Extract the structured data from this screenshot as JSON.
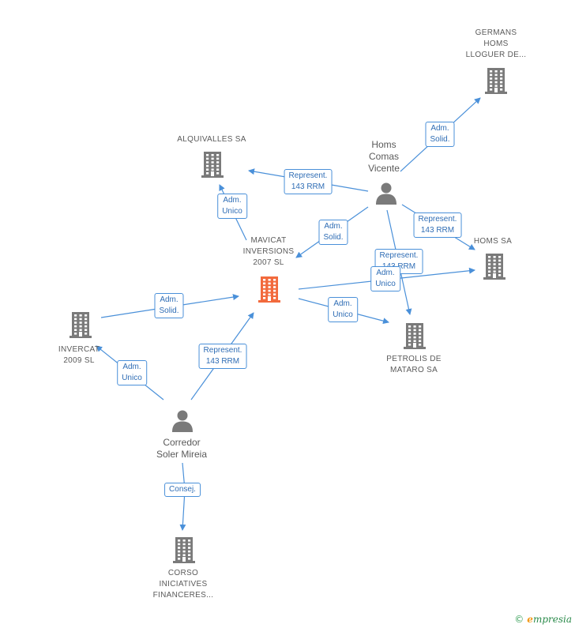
{
  "colors": {
    "edge": "#4a90d9",
    "node": "#7a7a7a",
    "focus": "#f26a3d"
  },
  "nodes": [
    {
      "id": "germans",
      "kind": "company",
      "lines": [
        "GERMANS",
        "HOMS",
        "LLOGUER DE..."
      ]
    },
    {
      "id": "alquivalles",
      "kind": "company",
      "lines": [
        "ALQUIVALLES SA"
      ]
    },
    {
      "id": "homs_comas",
      "kind": "person",
      "lines": [
        "Homs",
        "Comas",
        "Vicente"
      ]
    },
    {
      "id": "mavicat",
      "kind": "company",
      "focus": true,
      "lines": [
        "MAVICAT",
        "INVERSIONS",
        "2007 SL"
      ]
    },
    {
      "id": "homs_sa",
      "kind": "company",
      "lines": [
        "HOMS SA"
      ]
    },
    {
      "id": "invercat",
      "kind": "company",
      "lines": [
        "INVERCAT",
        "2009 SL"
      ]
    },
    {
      "id": "petrolis",
      "kind": "company",
      "lines": [
        "PETROLIS DE",
        "MATARO SA"
      ]
    },
    {
      "id": "corredor",
      "kind": "person",
      "lines": [
        "Corredor",
        "Soler Mireia"
      ]
    },
    {
      "id": "corso",
      "kind": "company",
      "lines": [
        "CORSO",
        "INICIATIVES",
        "FINANCERES..."
      ]
    }
  ],
  "edges": [
    {
      "id": "e1",
      "from": "homs_comas",
      "to": "germans",
      "label": [
        "Adm.",
        "Solid."
      ]
    },
    {
      "id": "e2",
      "from": "homs_comas",
      "to": "alquivalles",
      "label": [
        "Represent.",
        "143 RRM"
      ]
    },
    {
      "id": "e3",
      "from": "mavicat",
      "to": "alquivalles",
      "label": [
        "Adm.",
        "Unico"
      ]
    },
    {
      "id": "e4",
      "from": "homs_comas",
      "to": "mavicat",
      "label": [
        "Adm.",
        "Solid."
      ]
    },
    {
      "id": "e5",
      "from": "homs_comas",
      "to": "homs_sa",
      "label": [
        "Represent.",
        "143 RRM"
      ]
    },
    {
      "id": "e6",
      "from": "homs_comas",
      "to": "petrolis",
      "label": [
        "Represent.",
        "143 RRM"
      ]
    },
    {
      "id": "e7",
      "from": "mavicat",
      "to": "homs_sa",
      "label": [
        "Adm.",
        "Unico"
      ]
    },
    {
      "id": "e8",
      "from": "mavicat",
      "to": "petrolis",
      "label": [
        "Adm.",
        "Unico"
      ]
    },
    {
      "id": "e9",
      "from": "invercat",
      "to": "mavicat",
      "label": [
        "Adm.",
        "Solid."
      ]
    },
    {
      "id": "e10",
      "from": "corredor",
      "to": "mavicat",
      "label": [
        "Represent.",
        "143 RRM"
      ]
    },
    {
      "id": "e11",
      "from": "corredor",
      "to": "invercat",
      "label": [
        "Adm.",
        "Unico"
      ]
    },
    {
      "id": "e12",
      "from": "corredor",
      "to": "corso",
      "label": [
        "Consej."
      ]
    }
  ],
  "footer": {
    "copyright": "©",
    "brand_initial": "e",
    "brand_rest": "mpresia"
  }
}
